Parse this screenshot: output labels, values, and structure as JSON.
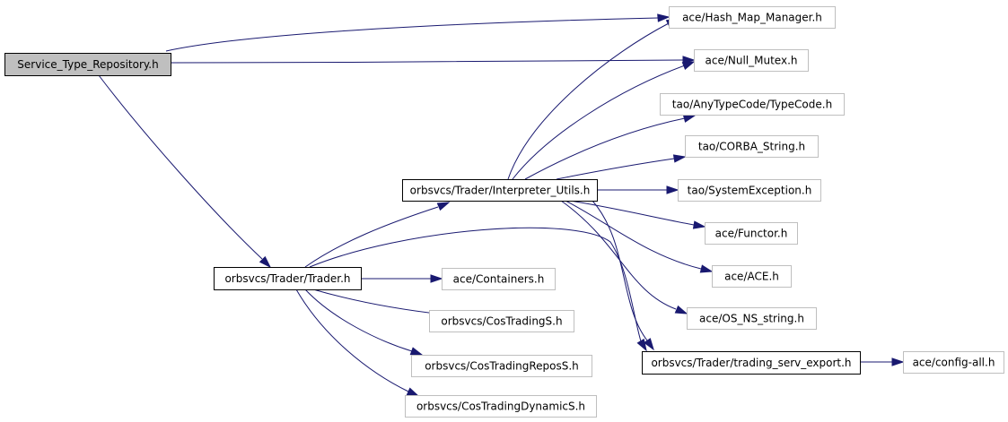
{
  "nodes": [
    {
      "id": "root",
      "label": "Service_Type_Repository.h",
      "style": "root"
    },
    {
      "id": "hash",
      "label": "ace/Hash_Map_Manager.h",
      "style": "ghost"
    },
    {
      "id": "nullmutex",
      "label": "ace/Null_Mutex.h",
      "style": "ghost"
    },
    {
      "id": "typecode",
      "label": "tao/AnyTypeCode/TypeCode.h",
      "style": "ghost"
    },
    {
      "id": "corbastring",
      "label": "tao/CORBA_String.h",
      "style": "ghost"
    },
    {
      "id": "interp",
      "label": "orbsvcs/Trader/Interpreter_Utils.h",
      "style": "solid"
    },
    {
      "id": "sysexc",
      "label": "tao/SystemException.h",
      "style": "ghost"
    },
    {
      "id": "functor",
      "label": "ace/Functor.h",
      "style": "ghost"
    },
    {
      "id": "trader",
      "label": "orbsvcs/Trader/Trader.h",
      "style": "solid"
    },
    {
      "id": "ace",
      "label": "ace/ACE.h",
      "style": "ghost"
    },
    {
      "id": "containers",
      "label": "ace/Containers.h",
      "style": "ghost"
    },
    {
      "id": "osns",
      "label": "ace/OS_NS_string.h",
      "style": "ghost"
    },
    {
      "id": "costrading",
      "label": "orbsvcs/CosTradingS.h",
      "style": "ghost"
    },
    {
      "id": "export",
      "label": "orbsvcs/Trader/trading_serv_export.h",
      "style": "solid"
    },
    {
      "id": "configall",
      "label": "ace/config-all.h",
      "style": "ghost"
    },
    {
      "id": "repos",
      "label": "orbsvcs/CosTradingReposS.h",
      "style": "ghost"
    },
    {
      "id": "dynamic",
      "label": "orbsvcs/CosTradingDynamicS.h",
      "style": "ghost"
    }
  ],
  "edges": [
    {
      "from": "root",
      "to": "hash"
    },
    {
      "from": "root",
      "to": "nullmutex"
    },
    {
      "from": "root",
      "to": "trader"
    },
    {
      "from": "interp",
      "to": "hash"
    },
    {
      "from": "interp",
      "to": "nullmutex"
    },
    {
      "from": "interp",
      "to": "typecode"
    },
    {
      "from": "interp",
      "to": "corbastring"
    },
    {
      "from": "interp",
      "to": "sysexc"
    },
    {
      "from": "interp",
      "to": "functor"
    },
    {
      "from": "interp",
      "to": "ace"
    },
    {
      "from": "interp",
      "to": "osns"
    },
    {
      "from": "interp",
      "to": "export"
    },
    {
      "from": "trader",
      "to": "interp"
    },
    {
      "from": "trader",
      "to": "export"
    },
    {
      "from": "trader",
      "to": "containers"
    },
    {
      "from": "trader",
      "to": "costrading"
    },
    {
      "from": "trader",
      "to": "repos"
    },
    {
      "from": "trader",
      "to": "dynamic"
    },
    {
      "from": "export",
      "to": "configall"
    }
  ]
}
